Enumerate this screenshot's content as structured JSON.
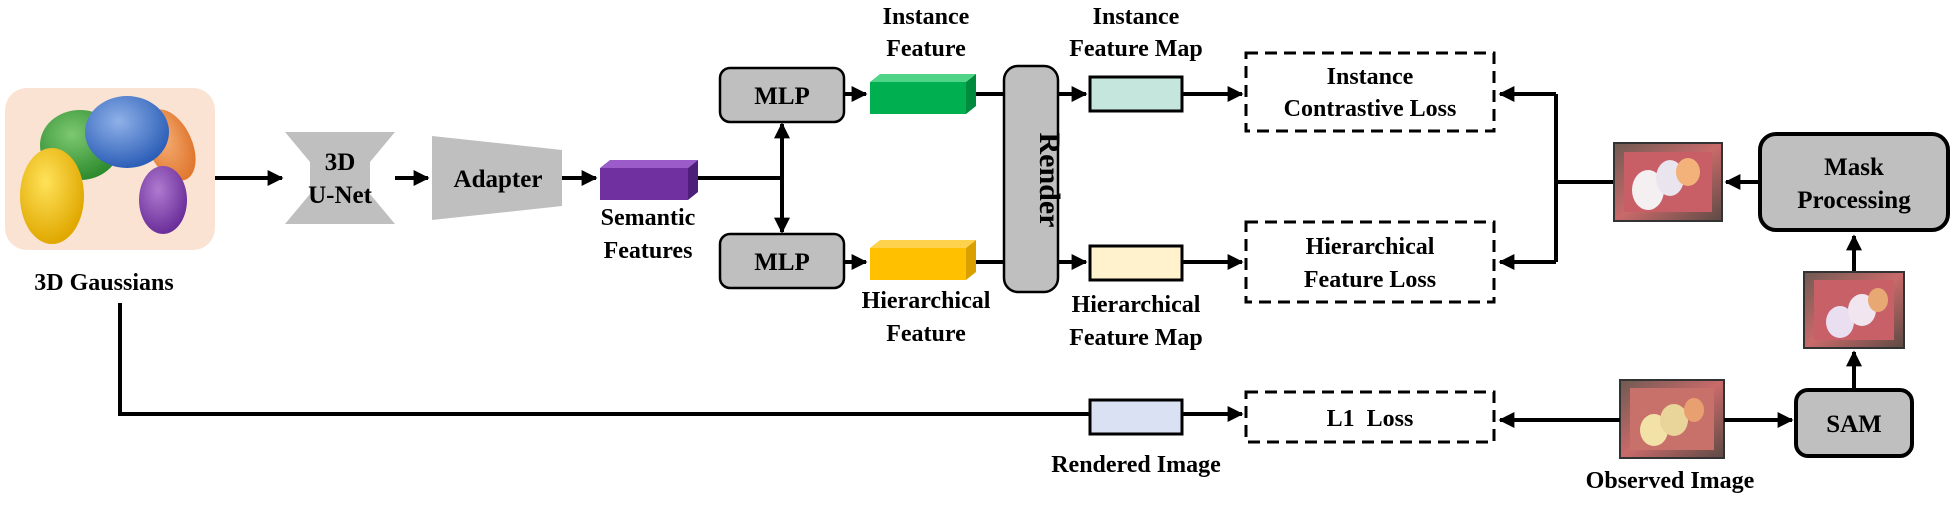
{
  "gaussians": {
    "label": "3D Gaussians"
  },
  "unet": {
    "line1": "3D",
    "line2": "U-Net"
  },
  "adapter": {
    "label": "Adapter"
  },
  "semantic": {
    "line1": "Semantic",
    "line2": "Features"
  },
  "mlp_top": {
    "label": "MLP"
  },
  "mlp_bottom": {
    "label": "MLP"
  },
  "instance_feature": {
    "line1": "Instance",
    "line2": "Feature"
  },
  "hier_feature": {
    "line1": "Hierarchical",
    "line2": "Feature"
  },
  "render": {
    "label": "Render"
  },
  "instance_map": {
    "line1": "Instance",
    "line2": "Feature Map"
  },
  "hier_map": {
    "line1": "Hierarchical",
    "line2": "Feature Map"
  },
  "inst_loss": {
    "line1": "Instance",
    "line2": "Contrastive Loss"
  },
  "hier_loss": {
    "line1": "Hierarchical",
    "line2": "Feature Loss"
  },
  "l1_loss": {
    "label": "L1  Loss"
  },
  "rendered_image": {
    "label": "Rendered Image"
  },
  "observed_image": {
    "label": "Observed Image"
  },
  "mask_processing": {
    "line1": "Mask",
    "line2": "Processing"
  },
  "sam": {
    "label": "SAM"
  },
  "colors": {
    "gaussian_panel": "#fbe3d4",
    "purple": "#7030a0",
    "green": "#00b050",
    "yellow": "#ffc000",
    "teal_map": "#c5e6dd",
    "cream_map": "#fff2cc",
    "blue_map": "#d9e1f2",
    "gray_box": "#bfbfbf"
  }
}
